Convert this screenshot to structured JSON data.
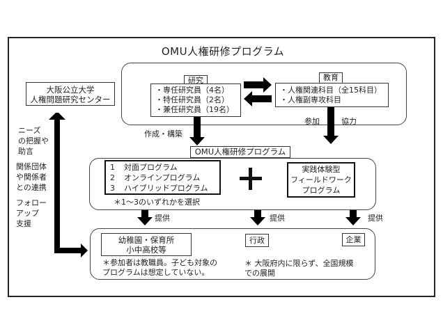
{
  "title": "OMU人権研修プログラム",
  "center": {
    "name_lines": [
      "大阪公立大学",
      "人権問題研究センター"
    ]
  },
  "side_notes": [
    [
      "ニーズ",
      "の把握や",
      "助言"
    ],
    [
      "関係団体",
      "や関係者",
      "との連携"
    ],
    [
      "フォロー",
      "アップ",
      "支援"
    ]
  ],
  "research": {
    "label": "研究",
    "items": [
      "・専任研究員（4名）",
      "・特任研究員（2名）",
      "・兼任研究員（19名）"
    ]
  },
  "education": {
    "label": "教育",
    "items": [
      "・人権関連科目（全15科目）",
      "・人権副専攻科目"
    ]
  },
  "flow_labels": {
    "create": "作成・構築",
    "participate": "参加",
    "cooperate": "協力"
  },
  "program": {
    "label": "OMU人権研修プログラム",
    "options": [
      {
        "num": "1",
        "name": "対面プログラム"
      },
      {
        "num": "2",
        "name": "オンラインプログラム"
      },
      {
        "num": "3",
        "name": "ハイブリッドプログラム"
      }
    ],
    "note": "＊1～3のいずれかを選択",
    "plus": "+",
    "fieldwork_lines": [
      "実践体験型",
      "フィールドワーク",
      "プログラム"
    ]
  },
  "provide_labels": [
    "提供",
    "提供",
    "提供"
  ],
  "targets": {
    "schools_lines": [
      "幼稚園・保育所",
      "小中高校等"
    ],
    "schools_note_lines": [
      "＊参加者は教職員。子ども対象の",
      "プログラムは想定していない。"
    ],
    "government": "行政",
    "companies": "企業",
    "scope_note_lines": [
      "＊ 大阪府内に限らず、全国規模",
      "での展開"
    ]
  }
}
